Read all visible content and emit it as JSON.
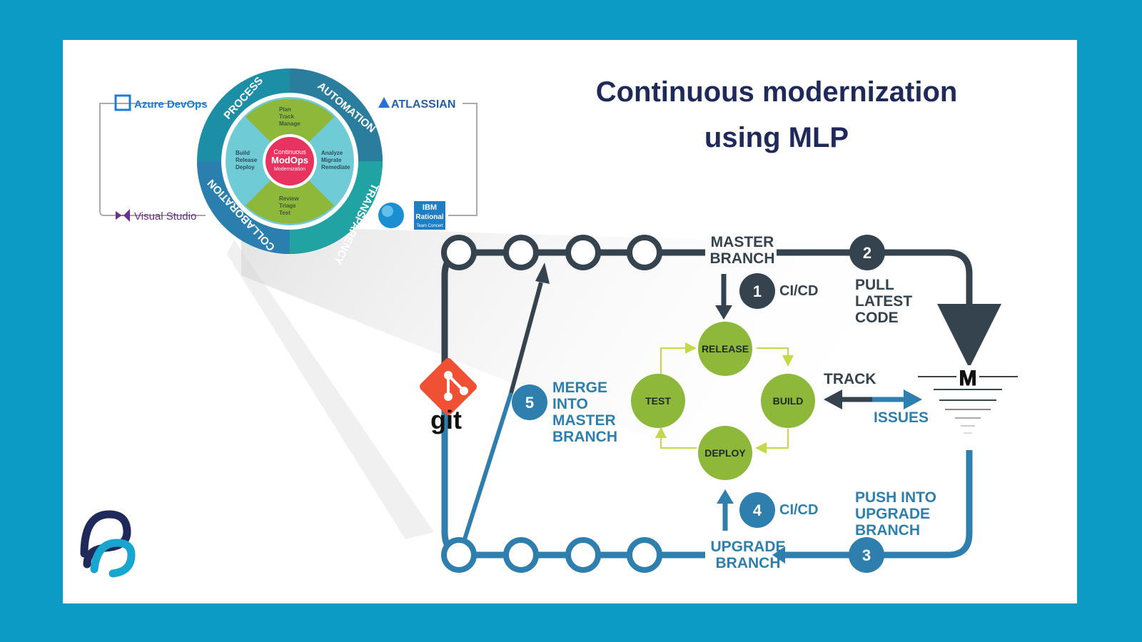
{
  "title_line1": "Continuous modernization",
  "title_line2": "using MLP",
  "wheel": {
    "center": [
      "Continuous",
      "ModOps",
      "Modernization"
    ],
    "top": [
      "Plan",
      "Track",
      "Manage"
    ],
    "right": [
      "Analyze",
      "Migrate",
      "Remediate"
    ],
    "bottom": [
      "Review",
      "Triage",
      "Test"
    ],
    "left": [
      "Build",
      "Release",
      "Deploy"
    ],
    "ring_labels": [
      "PROCESS",
      "AUTOMATION",
      "TRANSPARENCY",
      "COLLABORATION"
    ]
  },
  "tools": {
    "azure": "Azure DevOps",
    "atlassian": "ATLASSIAN",
    "visual_studio": "Visual Studio",
    "ibm_line1": "IBM",
    "ibm_line2": "Rational",
    "ibm_line3": "Team Concert"
  },
  "flow": {
    "master_branch": [
      "MASTER",
      "BRANCH"
    ],
    "upgrade_branch": [
      "UPGRADE",
      "BRANCH"
    ],
    "step1": {
      "num": "1",
      "label": "CI/CD"
    },
    "step2": {
      "num": "2",
      "label": [
        "PULL",
        "LATEST",
        "CODE"
      ]
    },
    "step3": {
      "num": "3",
      "label": [
        "PUSH INTO",
        "UPGRADE",
        "BRANCH"
      ]
    },
    "step4": {
      "num": "4",
      "label": "CI/CD"
    },
    "step5": {
      "num": "5",
      "label": [
        "MERGE",
        "INTO",
        "MASTER",
        "BRANCH"
      ]
    },
    "cycle": {
      "release": "RELEASE",
      "build": "BUILD",
      "deploy": "DEPLOY",
      "test": "TEST"
    },
    "track": "TRACK",
    "issues": "ISSUES",
    "git": "git",
    "m_logo": "M"
  },
  "colors": {
    "frame": "#0b9bc4",
    "title": "#1f2a5a",
    "dark": "#35434f",
    "blue": "#2e7fae",
    "green": "#8db83a",
    "teal": "#1e9b9b",
    "pink": "#e8325f"
  }
}
